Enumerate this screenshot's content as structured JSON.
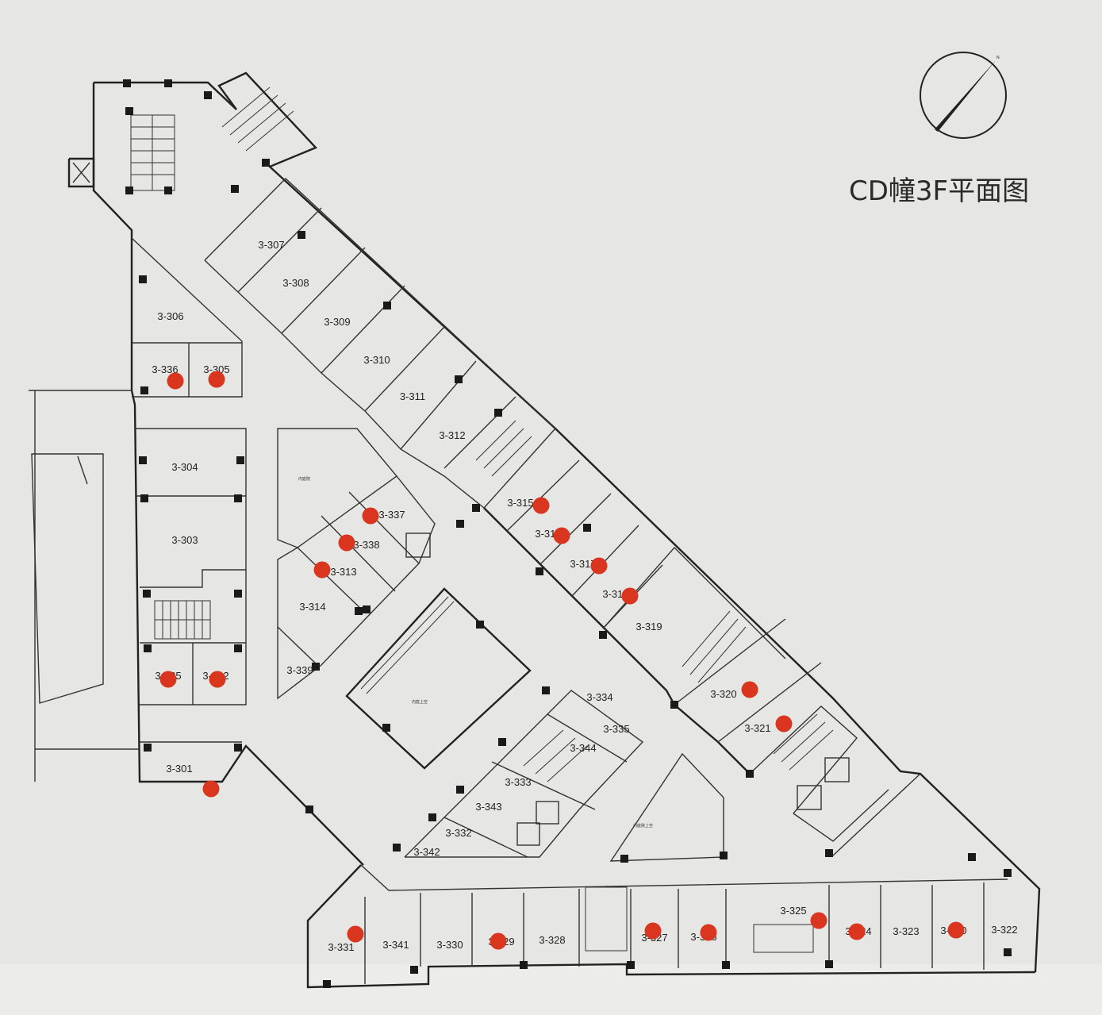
{
  "title": "CD幢3F平面图",
  "compass": {
    "icon": "north-arrow-icon",
    "label": "N"
  },
  "colors": {
    "marker": "#d9351f",
    "wall": "#222222",
    "background": "#e6e6e4"
  },
  "rooms": [
    {
      "id": "3-307",
      "sold": false
    },
    {
      "id": "3-308",
      "sold": false
    },
    {
      "id": "3-309",
      "sold": false
    },
    {
      "id": "3-310",
      "sold": false
    },
    {
      "id": "3-311",
      "sold": false
    },
    {
      "id": "3-312",
      "sold": false
    },
    {
      "id": "3-306",
      "sold": false
    },
    {
      "id": "3-336",
      "sold": true
    },
    {
      "id": "3-305",
      "sold": true
    },
    {
      "id": "3-304",
      "sold": false
    },
    {
      "id": "3-303",
      "sold": false
    },
    {
      "id": "3-335",
      "sold": true
    },
    {
      "id": "3-302",
      "sold": true
    },
    {
      "id": "3-301",
      "sold": true
    },
    {
      "id": "3-337",
      "sold": true
    },
    {
      "id": "3-338",
      "sold": true
    },
    {
      "id": "3-313",
      "sold": true
    },
    {
      "id": "3-314",
      "sold": false
    },
    {
      "id": "3-339",
      "sold": false
    },
    {
      "id": "3-315",
      "sold": true
    },
    {
      "id": "3-316",
      "sold": true
    },
    {
      "id": "3-317",
      "sold": true
    },
    {
      "id": "3-318",
      "sold": true
    },
    {
      "id": "3-319",
      "sold": false
    },
    {
      "id": "3-320",
      "sold": true
    },
    {
      "id": "3-321",
      "sold": true
    },
    {
      "id": "3-334",
      "sold": false
    },
    {
      "id": "3-335",
      "sold": false
    },
    {
      "id": "3-344",
      "sold": false
    },
    {
      "id": "3-333",
      "sold": false
    },
    {
      "id": "3-343",
      "sold": false
    },
    {
      "id": "3-332",
      "sold": false
    },
    {
      "id": "3-342",
      "sold": false
    },
    {
      "id": "3-331",
      "sold": true
    },
    {
      "id": "3-341",
      "sold": false
    },
    {
      "id": "3-330",
      "sold": false
    },
    {
      "id": "3-329",
      "sold": true
    },
    {
      "id": "3-328",
      "sold": false
    },
    {
      "id": "3-327",
      "sold": true
    },
    {
      "id": "3-326",
      "sold": true
    },
    {
      "id": "3-325",
      "sold": true
    },
    {
      "id": "3-324",
      "sold": true
    },
    {
      "id": "3-323",
      "sold": false
    },
    {
      "id": "3-340",
      "sold": true
    },
    {
      "id": "3-322",
      "sold": false
    }
  ],
  "small_labels": [
    "内庭院",
    "内庭上空",
    "内庭院上空"
  ]
}
